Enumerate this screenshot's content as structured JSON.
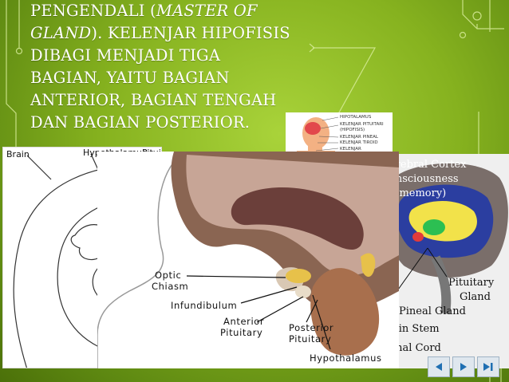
{
  "slide": {
    "lines": [
      {
        "pre": "PENGENDALI (",
        "italic": "MASTER OF",
        "post": ""
      },
      {
        "pre": "",
        "italic": "GLAND",
        "post": "). KELENJAR HIPOFISIS"
      },
      {
        "pre": "DIBAGI MENJADI TIGA",
        "italic": "",
        "post": ""
      },
      {
        "pre": "BAGIAN, YAITU BAGIAN",
        "italic": "",
        "post": ""
      },
      {
        "pre": "ANTERIOR, BAGIAN TENGAH",
        "italic": "",
        "post": ""
      },
      {
        "pre": "DAN BAGIAN POSTERIOR.",
        "italic": "",
        "post": ""
      }
    ]
  },
  "images": {
    "left": {
      "labels": [
        "Brain",
        "Hypothalamus",
        "Pituitary"
      ]
    },
    "small": {
      "labels": [
        "HIPOTALAMUS",
        "KELENJAR PITUITARI",
        "(HIPOFISIS)",
        "KELENJAR PINEAL",
        "KELENJAR TIROID",
        "KELENJAR"
      ]
    },
    "right": {
      "labels": [
        "erebral Cortex",
        "onsciousness",
        "d memory)",
        "Pituitary",
        "Gland",
        "Pineal Gland",
        "ain Stem",
        "inal Cord"
      ]
    },
    "main": {
      "labels": [
        "Optic",
        "Chiasm",
        "Infundibulum",
        "Anterior",
        "Pituitary",
        "Posterior",
        "Pituitary",
        "Hypothalamus"
      ]
    }
  },
  "nav": {
    "prev_icon": "previous-slide-icon",
    "next_icon": "next-slide-icon",
    "end_icon": "last-slide-icon"
  },
  "colors": {
    "background": "#86b21f",
    "text": "#ffffff",
    "accent": "#1f6fb2"
  }
}
